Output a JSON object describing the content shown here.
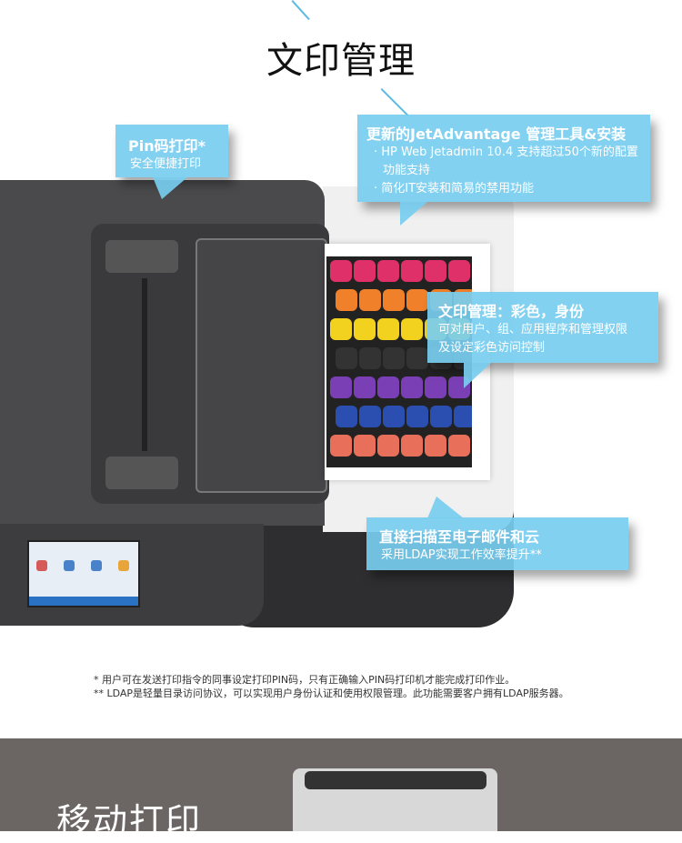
{
  "title": "文印管理",
  "callouts": {
    "pin": {
      "title": "Pin码打印*",
      "lines": [
        "安全便捷打印"
      ]
    },
    "jetadvantage": {
      "title": "更新的JetAdvantage 管理工具&安装",
      "lines": [
        "· HP Web Jetadmin 10.4 支持超过50个新的配置",
        "功能支持",
        "· 简化IT安装和简易的禁用功能"
      ]
    },
    "color": {
      "title": "文印管理：彩色，身份",
      "lines": [
        "可对用户、组、应用程序和管理权限",
        "及设定彩色访问控制"
      ]
    },
    "ldap": {
      "title": "直接扫描至电子邮件和云",
      "lines": [
        "采用LDAP实现工作效率提升**"
      ]
    }
  },
  "footnotes": [
    "*   用户可在发送打印指令的同事设定打印PIN码，只有正确输入PIN码打印机才能完成打印作业。",
    "** LDAP是轻量目录访问协议，可以实现用户身份认证和使用权限管理。此功能需要客户拥有LDAP服务器。"
  ],
  "mobile_section": {
    "title": "移动打印"
  },
  "colors": {
    "callout": "#78cdf0",
    "printer": "#4a4a4c",
    "band": "#6b6563"
  }
}
